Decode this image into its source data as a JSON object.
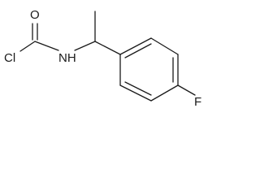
{
  "molecule": {
    "atoms": {
      "oxygen": "O",
      "chlorine": "Cl",
      "nitrogen_h": "NH",
      "fluorine": "F"
    }
  }
}
